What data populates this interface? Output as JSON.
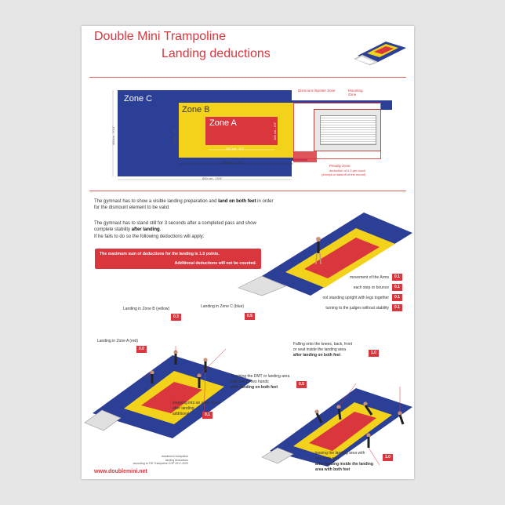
{
  "title": {
    "line1": "Double Mini Trampoline",
    "line2": "Landing deductions"
  },
  "diagram": {
    "zone_c": "Zone C",
    "zone_b": "Zone B",
    "zone_a": "Zone A",
    "dim_a_width": "250 cm - 8'3\"",
    "dim_a_height": "100 cm - 3'3\"",
    "dim_b_width": "400 cm - 13'1\"",
    "dim_b_height": "200cm - 6'7\"",
    "dim_c_width": "600 cm - 19'8\"",
    "dim_c_height": "300cm - 9'10\"",
    "dismount_zone": "Dismount /Spotter Zone",
    "mounting_zone": "Mounting Zone",
    "penalty_zone": "Penalty Zone",
    "penalty_note1": "deduction of 0.3 per touch",
    "penalty_note2": "(except on takeoff of the mount)"
  },
  "text": {
    "p1a": "The gymnast has to show a visible landing preparation and ",
    "p1b": "land on both feet",
    "p1c": " in order for the dismount element to be valid.",
    "p2a": "The gymnast has to stand still for 3 seconds after a completed pass and show complete stability ",
    "p2b": "after landing",
    "p2c": ".",
    "p3": "If he fails to do so the following deductions will apply:"
  },
  "callout": {
    "line1": "The  maximum sum of deductions for the landing is 1.0 points.",
    "line2": "Additional deductions will not be counted."
  },
  "deductions": [
    {
      "label": "movement of the Arms",
      "value": "0.1"
    },
    {
      "label": "each step or bounce",
      "value": "0.1"
    },
    {
      "label": "not standing upright with legs together",
      "value": "0.1"
    },
    {
      "label": "turning to the judges without stability",
      "value": "0.1"
    }
  ],
  "landing_zones": {
    "zone_b_label": "Landing in Zone B  (yellow)",
    "zone_b_value": "0.3",
    "zone_c_label": "Landing in Zone C (blue)",
    "zone_c_value": "0.5",
    "zone_a_label": "Landing in Zone A  (red)",
    "zone_a_value": "0.0",
    "outer_line1": "stepping into an outer zone",
    "outer_line2": "after landing",
    "outer_line3": "additional",
    "outer_value": "0.1"
  },
  "falls": {
    "knees_line1": "Falling onto the knees, back, front",
    "knees_line2": "or seat inside the landing area",
    "knees_line3": "after landing on both feet",
    "knees_value": "1.0",
    "touch_line1": "Touching the DMT or landing area",
    "touch_line2": "with one or two hands",
    "touch_line3": "after landing on both feet",
    "touch_value": "0.5",
    "leave_line1": "leaving the landing area with",
    "leave_line2": "any body part",
    "leave_line3": "after landing inside the landing",
    "leave_line4": "area with both feet",
    "leave_value": "1.0"
  },
  "footer": {
    "line1": "doublemini trampoline",
    "line2": "landing deductions",
    "line3": "according to FIG Trampoline COP 2017-2020",
    "url": "www.doublemini.net"
  },
  "colors": {
    "red": "#d9363e",
    "yellow": "#f3d21b",
    "blue": "#2b3f96",
    "white": "#ffffff"
  }
}
